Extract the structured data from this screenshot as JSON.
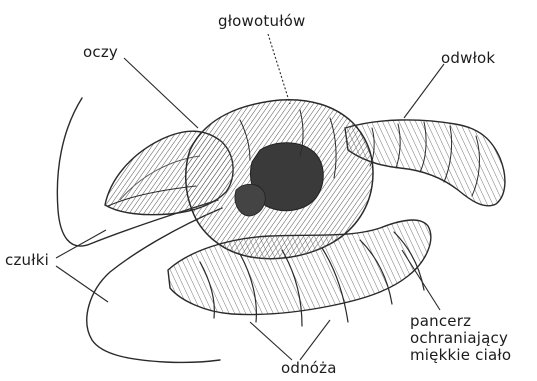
{
  "labels": {
    "head": "głowotułów",
    "eyes": "oczy",
    "abdomen": "odwłok",
    "antennae": "czułki",
    "shell_line1": "pancerz",
    "shell_line2": "ochraniający",
    "shell_line3": "miękkie ciało",
    "legs": "odnóża"
  },
  "colors": {
    "ink": "#2a2a2a",
    "shade": "#7a7a7a",
    "dark": "#3a3a3a",
    "paper": "#ffffff"
  }
}
